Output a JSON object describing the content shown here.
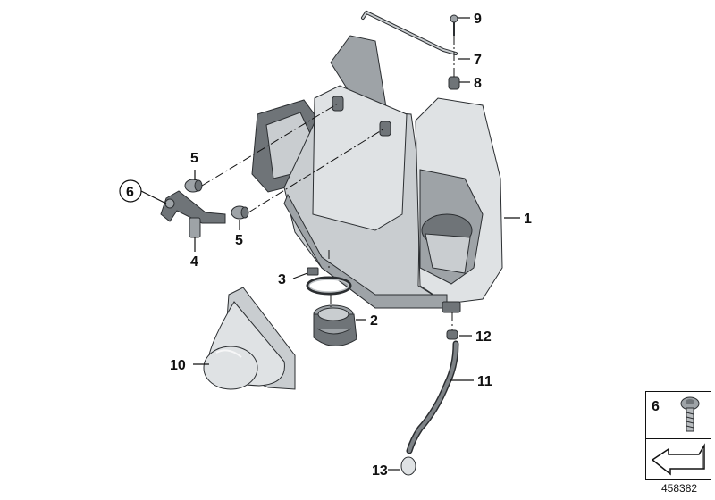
{
  "callouts": {
    "c1": "1",
    "c2": "2",
    "c3": "3",
    "c4": "4",
    "c5a": "5",
    "c5b": "5",
    "c6": "6",
    "c7": "7",
    "c8": "8",
    "c9": "9",
    "c10": "10",
    "c11": "11",
    "c12": "12",
    "c13": "13"
  },
  "legend": {
    "number": "6"
  },
  "diagram_id": "458382"
}
